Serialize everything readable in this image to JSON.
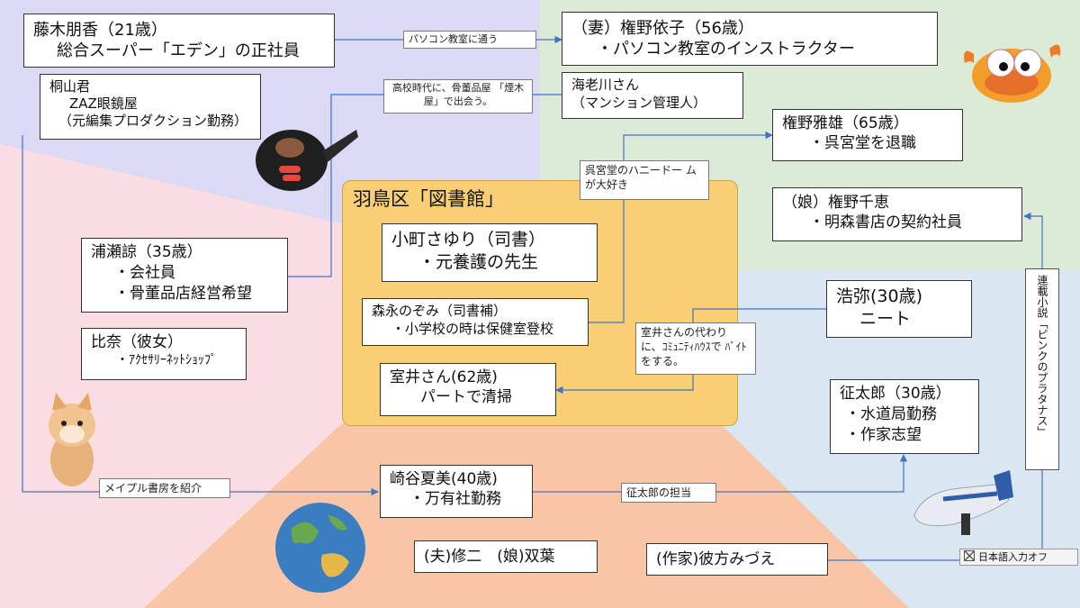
{
  "colors": {
    "region_top_left": "#dcd9f5",
    "region_top_right": "#dcebd6",
    "region_left": "#f9dde2",
    "region_right": "#dbe6f3",
    "region_bottom": "#f8c6a6",
    "library_panel": "#f9cf74",
    "edge_line": "#4472c4"
  },
  "library": {
    "title": "羽鳥区「図書館」",
    "komachi": [
      "小町さゆり（司書）",
      "・元養護の先生"
    ],
    "morinaga": [
      "森永のぞみ（司書補）",
      "・小学校の時は保健室登校"
    ],
    "muroi": [
      "室井さん(62歳)",
      "パートで清掃"
    ]
  },
  "people": {
    "fujiki": [
      "藤木朋香（21歳）",
      "総合スーパー「エデン」の正社員"
    ],
    "yoriko": [
      "（妻）権野依子（56歳）",
      "・パソコン教室のインストラクター"
    ],
    "kiriyama": [
      "桐山君",
      "ZAZ眼鏡屋",
      "（元編集プロダクション勤務）"
    ],
    "ebina": [
      "海老川さん",
      "（マンション管理人）"
    ],
    "masao": [
      "権野雅雄（65歳）",
      "・呉宮堂を退職"
    ],
    "chie": [
      "（娘）権野千恵",
      "・明森書店の契約社員"
    ],
    "urase": [
      "浦瀬諒（35歳）",
      "・会社員",
      "・骨董品店経営希望"
    ],
    "hina": [
      "比奈（彼女）",
      "・ｱｸｾｻﾘｰﾈｯﾄｼｮｯﾌﾟ"
    ],
    "koya": [
      "浩弥(30歳)",
      "ニート"
    ],
    "seitaro": [
      "征太郎（30歳）",
      "・水道局勤務",
      "・作家志望"
    ],
    "sakiya": [
      "崎谷夏美(40歳)",
      "・万有社勤務"
    ],
    "family": [
      "(夫)修二　(娘)双葉"
    ],
    "ochikata": [
      "(作家)彼方みづえ"
    ]
  },
  "labels": {
    "pc_class": "パソコン教室に通う",
    "antique": [
      "高校時代に、骨董品屋",
      "「煙木屋」で出会う。"
    ],
    "honey_dome": [
      "呉宮堂のハニードー",
      "ムが大好き"
    ],
    "muroi_sub": [
      "室井さんの代わり",
      "に、ｺﾐｭﾆﾃｨﾊｳｽで",
      "ﾊﾞｲﾄをする。"
    ],
    "maple": "メイプル書房を紹介",
    "in_charge": "征太郎の担当",
    "serial_novel": "連載小説「ピンクのプラタナス」"
  },
  "ime_status": "日本語入力オフ"
}
